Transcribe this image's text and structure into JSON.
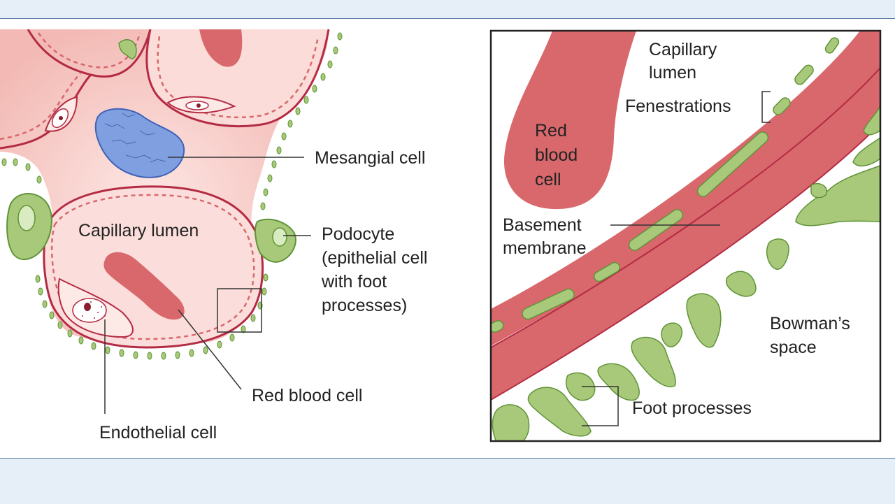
{
  "colors": {
    "red": "#d8686c",
    "red_dark": "#b42b44",
    "pink_fill": "#f7c9c6",
    "green": "#a9c97a",
    "green_dark": "#5f9438",
    "blue": "#7f9fe0",
    "blue_dark": "#3f62b8"
  },
  "left_panel": {
    "labels": {
      "capillary_lumen": "Capillary lumen",
      "mesangial_cell": "Mesangial cell",
      "podocyte_1": "Podocyte",
      "podocyte_2": "(epithelial cell",
      "podocyte_3": "with foot",
      "podocyte_4": "processes)",
      "red_blood_cell": "Red blood cell",
      "endothelial_cell": "Endothelial cell"
    }
  },
  "right_panel": {
    "labels": {
      "capillary_lumen_1": "Capillary",
      "capillary_lumen_2": "lumen",
      "fenestrations": "Fenestrations",
      "rbc_1": "Red",
      "rbc_2": "blood",
      "rbc_3": "cell",
      "basement_1": "Basement",
      "basement_2": "membrane",
      "bowmans_1": "Bowman’s",
      "bowmans_2": "space",
      "foot_processes": "Foot processes"
    }
  }
}
